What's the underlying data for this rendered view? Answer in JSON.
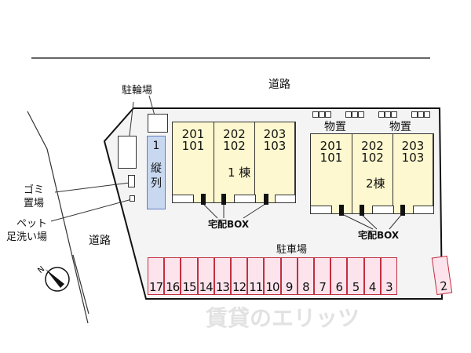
{
  "labels": {
    "road_top": "道路",
    "road_left": "道路",
    "bicycle": "駐輪場",
    "garbage": "ゴミ\n置場",
    "pet_wash": "ペット\n足洗い場",
    "parking": "駐車場",
    "storage_1": "物置",
    "storage_2": "物置",
    "delivery_1": "宅配BOX",
    "delivery_2": "宅配BOX",
    "tandem_num": "1",
    "tandem": "縦\n列",
    "watermark": "賃貸のエリッツ"
  },
  "buildings": [
    {
      "name": "1 棟",
      "units": [
        {
          "upper": "201",
          "lower": "101"
        },
        {
          "upper": "202",
          "lower": "102"
        },
        {
          "upper": "203",
          "lower": "103"
        }
      ]
    },
    {
      "name": "2棟",
      "units": [
        {
          "upper": "201",
          "lower": "101"
        },
        {
          "upper": "202",
          "lower": "102"
        },
        {
          "upper": "203",
          "lower": "103"
        }
      ]
    }
  ],
  "parking_stalls": [
    "17",
    "16",
    "15",
    "14",
    "13",
    "12",
    "11",
    "10",
    "9",
    "8",
    "7",
    "6",
    "5",
    "4",
    "3"
  ],
  "parking_stall_angled": "2",
  "compass": "N",
  "colors": {
    "building": "#fdf8cf",
    "parking": "#fde4ec",
    "tandem": "#c8d8f0"
  }
}
